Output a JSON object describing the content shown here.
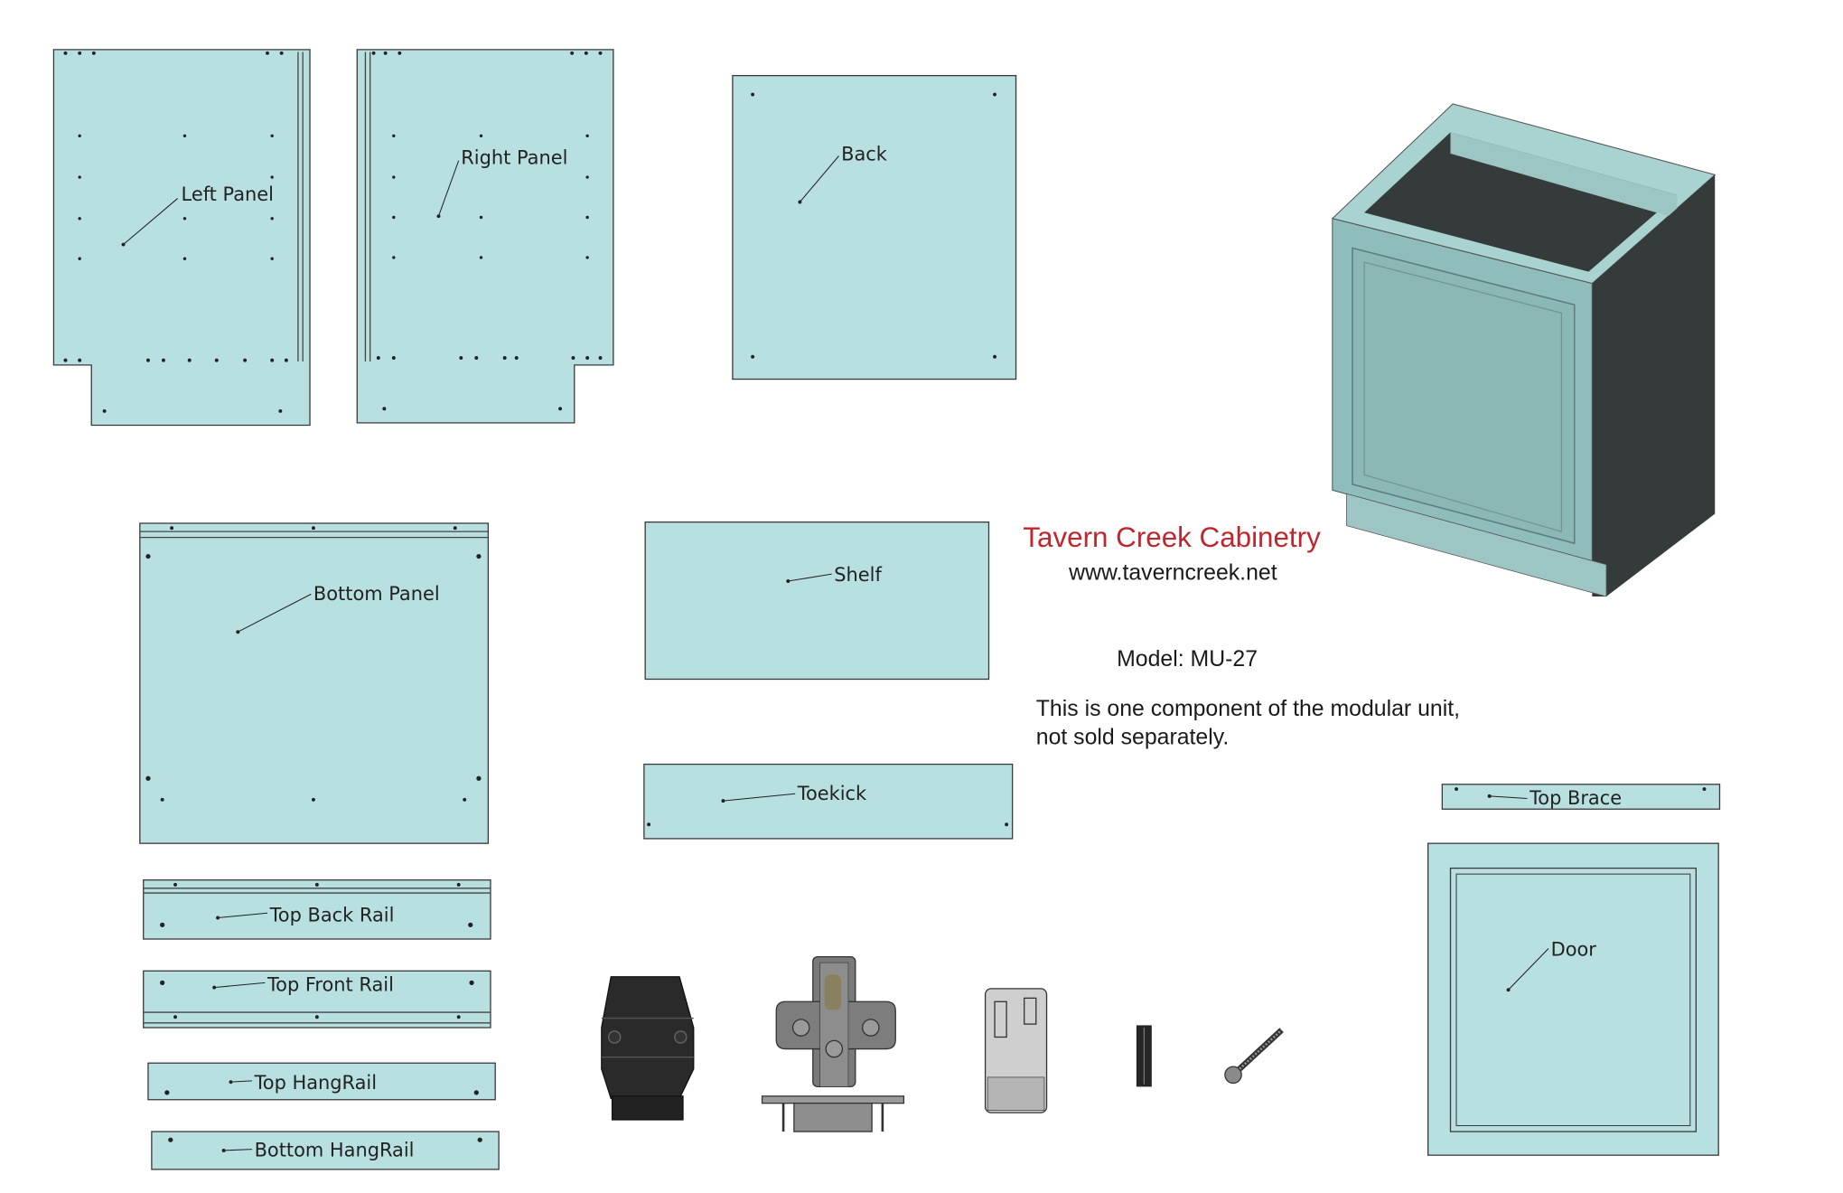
{
  "brand": {
    "name": "Tavern Creek Cabinetry",
    "website": "www.taverncreek.net",
    "color": "#c0262d"
  },
  "model": "Model: MU-27",
  "note": {
    "line1": "This is one component of the modular unit,",
    "line2": "not sold separately."
  },
  "parts": {
    "left_panel": "Left Panel",
    "right_panel": "Right Panel",
    "back": "Back",
    "bottom_panel": "Bottom Panel",
    "shelf": "Shelf",
    "toekick": "Toekick",
    "top_brace": "Top Brace",
    "door": "Door",
    "top_back_rail": "Top Back Rail",
    "top_front_rail": "Top Front Rail",
    "top_hangrail": "Top HangRail",
    "bottom_hangrail": "Bottom HangRail"
  },
  "hardware": [
    "leveling-leg-icon",
    "hinge-icon",
    "mounting-clip-icon",
    "dowel-icon",
    "screw-icon"
  ],
  "colors": {
    "panel": "#b8e0e0",
    "cabinet": "#8fbdbb",
    "cabinet_dark": "#353a3a"
  }
}
